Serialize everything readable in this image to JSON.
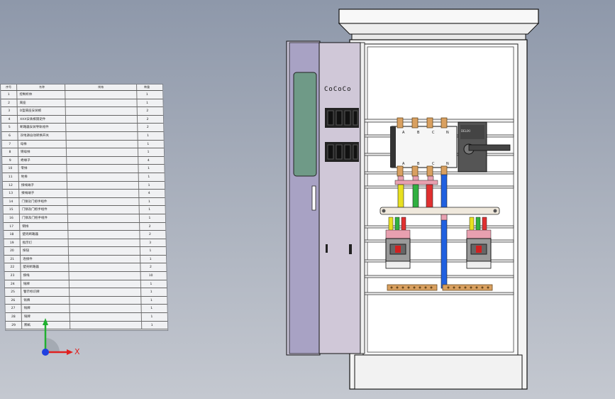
{
  "view": {
    "background_top": "#8e98aa",
    "background_bottom": "#c4c8d0"
  },
  "bom_table": {
    "header": [
      "序号",
      "名称",
      "规格",
      "数量"
    ],
    "rows": [
      {
        "no": "1",
        "name": "控制柜体",
        "spec": "",
        "qty": "1"
      },
      {
        "no": "2",
        "name": "底座",
        "spec": "",
        "qty": "1"
      },
      {
        "no": "3",
        "name": "D型底座安装板",
        "spec": "",
        "qty": "2"
      },
      {
        "no": "4",
        "name": "XXX安装板固定件",
        "spec": "",
        "qty": "2"
      },
      {
        "no": "5",
        "name": "断路器安装导轨组件",
        "spec": "",
        "qty": "2"
      },
      {
        "no": "6",
        "name": "双电源自动转换开关",
        "spec": "",
        "qty": "1"
      },
      {
        "no": "7",
        "name": "母排",
        "spec": "",
        "qty": "1"
      },
      {
        "no": "8",
        "name": "铜母排",
        "spec": "",
        "qty": "1"
      },
      {
        "no": "9",
        "name": "绝缘子",
        "spec": "",
        "qty": "4"
      },
      {
        "no": "10",
        "name": "零排",
        "spec": "",
        "qty": "1"
      },
      {
        "no": "11",
        "name": "地排",
        "spec": "",
        "qty": "1"
      },
      {
        "no": "12",
        "name": "接线端子",
        "spec": "",
        "qty": "1"
      },
      {
        "no": "13",
        "name": "接线端子",
        "spec": "",
        "qty": "4"
      },
      {
        "no": "14",
        "name": "门锁及门把手组件",
        "spec": "",
        "qty": "1"
      },
      {
        "no": "15",
        "name": "门锁及门把手组件",
        "spec": "",
        "qty": "1"
      },
      {
        "no": "16",
        "name": "门锁及门把手组件",
        "spec": "",
        "qty": "1"
      },
      {
        "no": "17",
        "name": "铜排",
        "spec": "",
        "qty": "2"
      },
      {
        "no": "18",
        "name": "塑壳断路器",
        "spec": "",
        "qty": "2"
      },
      {
        "no": "19",
        "name": "指示灯",
        "spec": "",
        "qty": "3"
      },
      {
        "no": "20",
        "name": "按钮",
        "spec": "",
        "qty": "1"
      },
      {
        "no": "21",
        "name": "连接件",
        "spec": "",
        "qty": "1"
      },
      {
        "no": "22",
        "name": "塑壳断路器",
        "spec": "",
        "qty": "2"
      },
      {
        "no": "23",
        "name": "接线",
        "spec": "",
        "qty": "10"
      },
      {
        "no": "24",
        "name": "铭牌",
        "spec": "",
        "qty": "1"
      },
      {
        "no": "25",
        "name": "警示标识牌",
        "spec": "",
        "qty": "1"
      },
      {
        "no": "26",
        "name": "铭牌",
        "spec": "",
        "qty": "1"
      },
      {
        "no": "27",
        "name": "铭牌",
        "spec": "",
        "qty": "1"
      },
      {
        "no": "28",
        "name": "铭牌",
        "spec": "",
        "qty": "1"
      },
      {
        "no": "29",
        "name": "图纸",
        "spec": "",
        "qty": "1"
      }
    ]
  },
  "axis_triad": {
    "x_label": "X",
    "x_color": "#e02020",
    "y_color": "#20b030",
    "z_color": "#2040e0"
  },
  "ats": {
    "top_labels": [
      "A",
      "B",
      "C",
      "N"
    ],
    "bottom_labels": [
      "A",
      "B",
      "C",
      "N"
    ]
  },
  "cabinet_colors": {
    "door": "#a8a2c4",
    "body": "#f4f4f4",
    "busbar_copper": "#d9a060",
    "phase_yellow": "#e8e020",
    "phase_green": "#30b040",
    "phase_red": "#e03030",
    "neutral_blue": "#2060e0"
  }
}
